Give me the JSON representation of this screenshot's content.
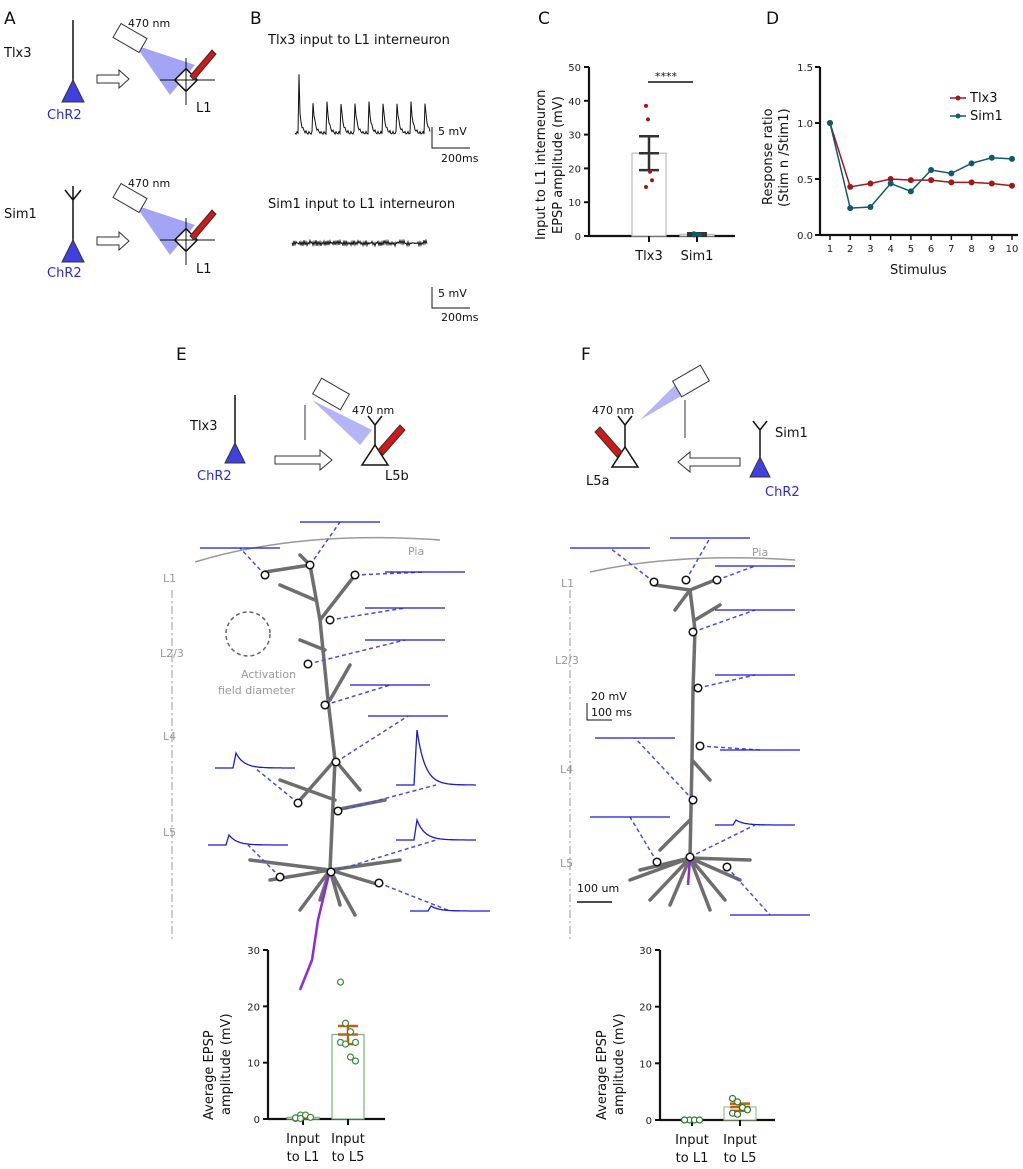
{
  "panels": {
    "A": {
      "letter": "A",
      "top": {
        "cell": "Tlx3",
        "opsin": "ChR2",
        "light": "470 nm",
        "layer": "L1"
      },
      "bottom": {
        "cell": "Sim1",
        "opsin": "ChR2",
        "light": "470 nm",
        "layer": "L1"
      }
    },
    "B": {
      "letter": "B",
      "top": {
        "title": "Tlx3 input to L1 interneuron",
        "scale_v": "5 mV",
        "scale_t": "200ms"
      },
      "bottom": {
        "title": "Sim1 input to L1 interneuron",
        "scale_v": "5 mV",
        "scale_t": "200ms"
      }
    },
    "C": {
      "letter": "C",
      "significance": "****"
    },
    "D": {
      "letter": "D"
    },
    "E": {
      "letter": "E",
      "cell": "Tlx3",
      "opsin": "ChR2",
      "light": "470 nm",
      "target": "L5b",
      "pia": "Pia",
      "layers": [
        "L1",
        "L2/3",
        "L4",
        "L5"
      ],
      "activation_1": "Activation",
      "activation_2": "field diameter"
    },
    "F": {
      "letter": "F",
      "cell": "Sim1",
      "opsin": "ChR2",
      "light": "470 nm",
      "target": "L5a",
      "pia": "Pia",
      "layers": [
        "L1",
        "L2/3",
        "L4",
        "L5"
      ],
      "scale_v": "20 mV",
      "scale_t": "100 ms",
      "scale_len": "100 um"
    }
  },
  "colors": {
    "chr2": "#4040e0",
    "tlx3": "#a01818",
    "sim1": "#0f5a6a",
    "trace": "#1a1ad8",
    "bar_edge": "#7ab07a",
    "err": "#c06010",
    "axon": "#8a2be2"
  },
  "chart_data": [
    {
      "id": "C",
      "type": "bar",
      "title": "",
      "ylabel": "Input to L1 interneuron EPSP amplitude (mV)",
      "ylabel_1": "Input to L1 interneuron",
      "ylabel_2": "EPSP amplitude (mV)",
      "ylim": [
        0,
        50
      ],
      "yticks": [
        0,
        10,
        20,
        30,
        40,
        50
      ],
      "categories": [
        "Tlx3",
        "Sim1"
      ],
      "values": [
        24.5,
        0.5
      ],
      "error": [
        [
          19.5,
          29.5
        ],
        [
          0.2,
          0.8
        ]
      ],
      "points": [
        [
          38.5,
          34.5,
          19,
          16.5,
          14.5
        ],
        [
          0.8,
          0.6,
          0.4,
          0.3,
          0.2
        ]
      ],
      "point_colors": [
        "#a01818",
        "#0f5a6a"
      ]
    },
    {
      "id": "D",
      "type": "line",
      "xlabel": "Stimulus",
      "ylabel_1": "Response ratio",
      "ylabel_2": "(Stim n /Stim1)",
      "ylim": [
        0,
        1.5
      ],
      "yticks": [
        0.0,
        0.5,
        1.0,
        1.5
      ],
      "x": [
        1,
        2,
        3,
        4,
        5,
        6,
        7,
        8,
        9,
        10
      ],
      "legend": "top-right",
      "series": [
        {
          "name": "Tlx3",
          "color": "#a01818",
          "values": [
            1.0,
            0.43,
            0.46,
            0.5,
            0.49,
            0.49,
            0.47,
            0.47,
            0.46,
            0.44
          ]
        },
        {
          "name": "Sim1",
          "color": "#0f5a6a",
          "values": [
            1.0,
            0.24,
            0.25,
            0.46,
            0.39,
            0.58,
            0.55,
            0.64,
            0.69,
            0.68
          ]
        }
      ]
    },
    {
      "id": "E",
      "type": "bar",
      "ylabel_1": "Average EPSP",
      "ylabel_2": "amplitude (mV)",
      "ylim": [
        0,
        30
      ],
      "yticks": [
        0,
        10,
        20,
        30
      ],
      "categories": [
        "Input to L1",
        "Input to L5"
      ],
      "cat_1": [
        "Input",
        "Input"
      ],
      "cat_2": [
        "to L1",
        "to L5"
      ],
      "values": [
        0.3,
        15.0
      ],
      "error": [
        [
          0.1,
          0.5
        ],
        [
          13.3,
          16.5
        ]
      ],
      "points": [
        [
          0.1,
          0.7,
          0.7,
          0.3,
          0.2,
          0.1
        ],
        [
          24.3,
          17.0,
          15.5,
          13.6,
          13.6,
          13.3,
          11.0,
          10.3
        ]
      ],
      "point_colors": [
        "#3a8a3a",
        "#3a8a3a"
      ]
    },
    {
      "id": "F",
      "type": "bar",
      "ylabel_1": "Average EPSP",
      "ylabel_2": "amplitude (mV)",
      "ylim": [
        0,
        30
      ],
      "yticks": [
        0,
        10,
        20,
        30
      ],
      "categories": [
        "Input to L1",
        "Input to L5"
      ],
      "cat_1": [
        "Input",
        "Input"
      ],
      "cat_2": [
        "to L1",
        "to L5"
      ],
      "values": [
        0.0,
        2.3
      ],
      "error": [
        [
          0,
          0
        ],
        [
          1.6,
          2.9
        ]
      ],
      "points": [
        [
          0,
          0,
          0,
          0,
          0
        ],
        [
          3.8,
          3.2,
          2.2,
          1.8,
          1.2,
          1.0
        ]
      ],
      "point_colors": [
        "#2a7a2a",
        "#2a7a2a"
      ]
    }
  ]
}
